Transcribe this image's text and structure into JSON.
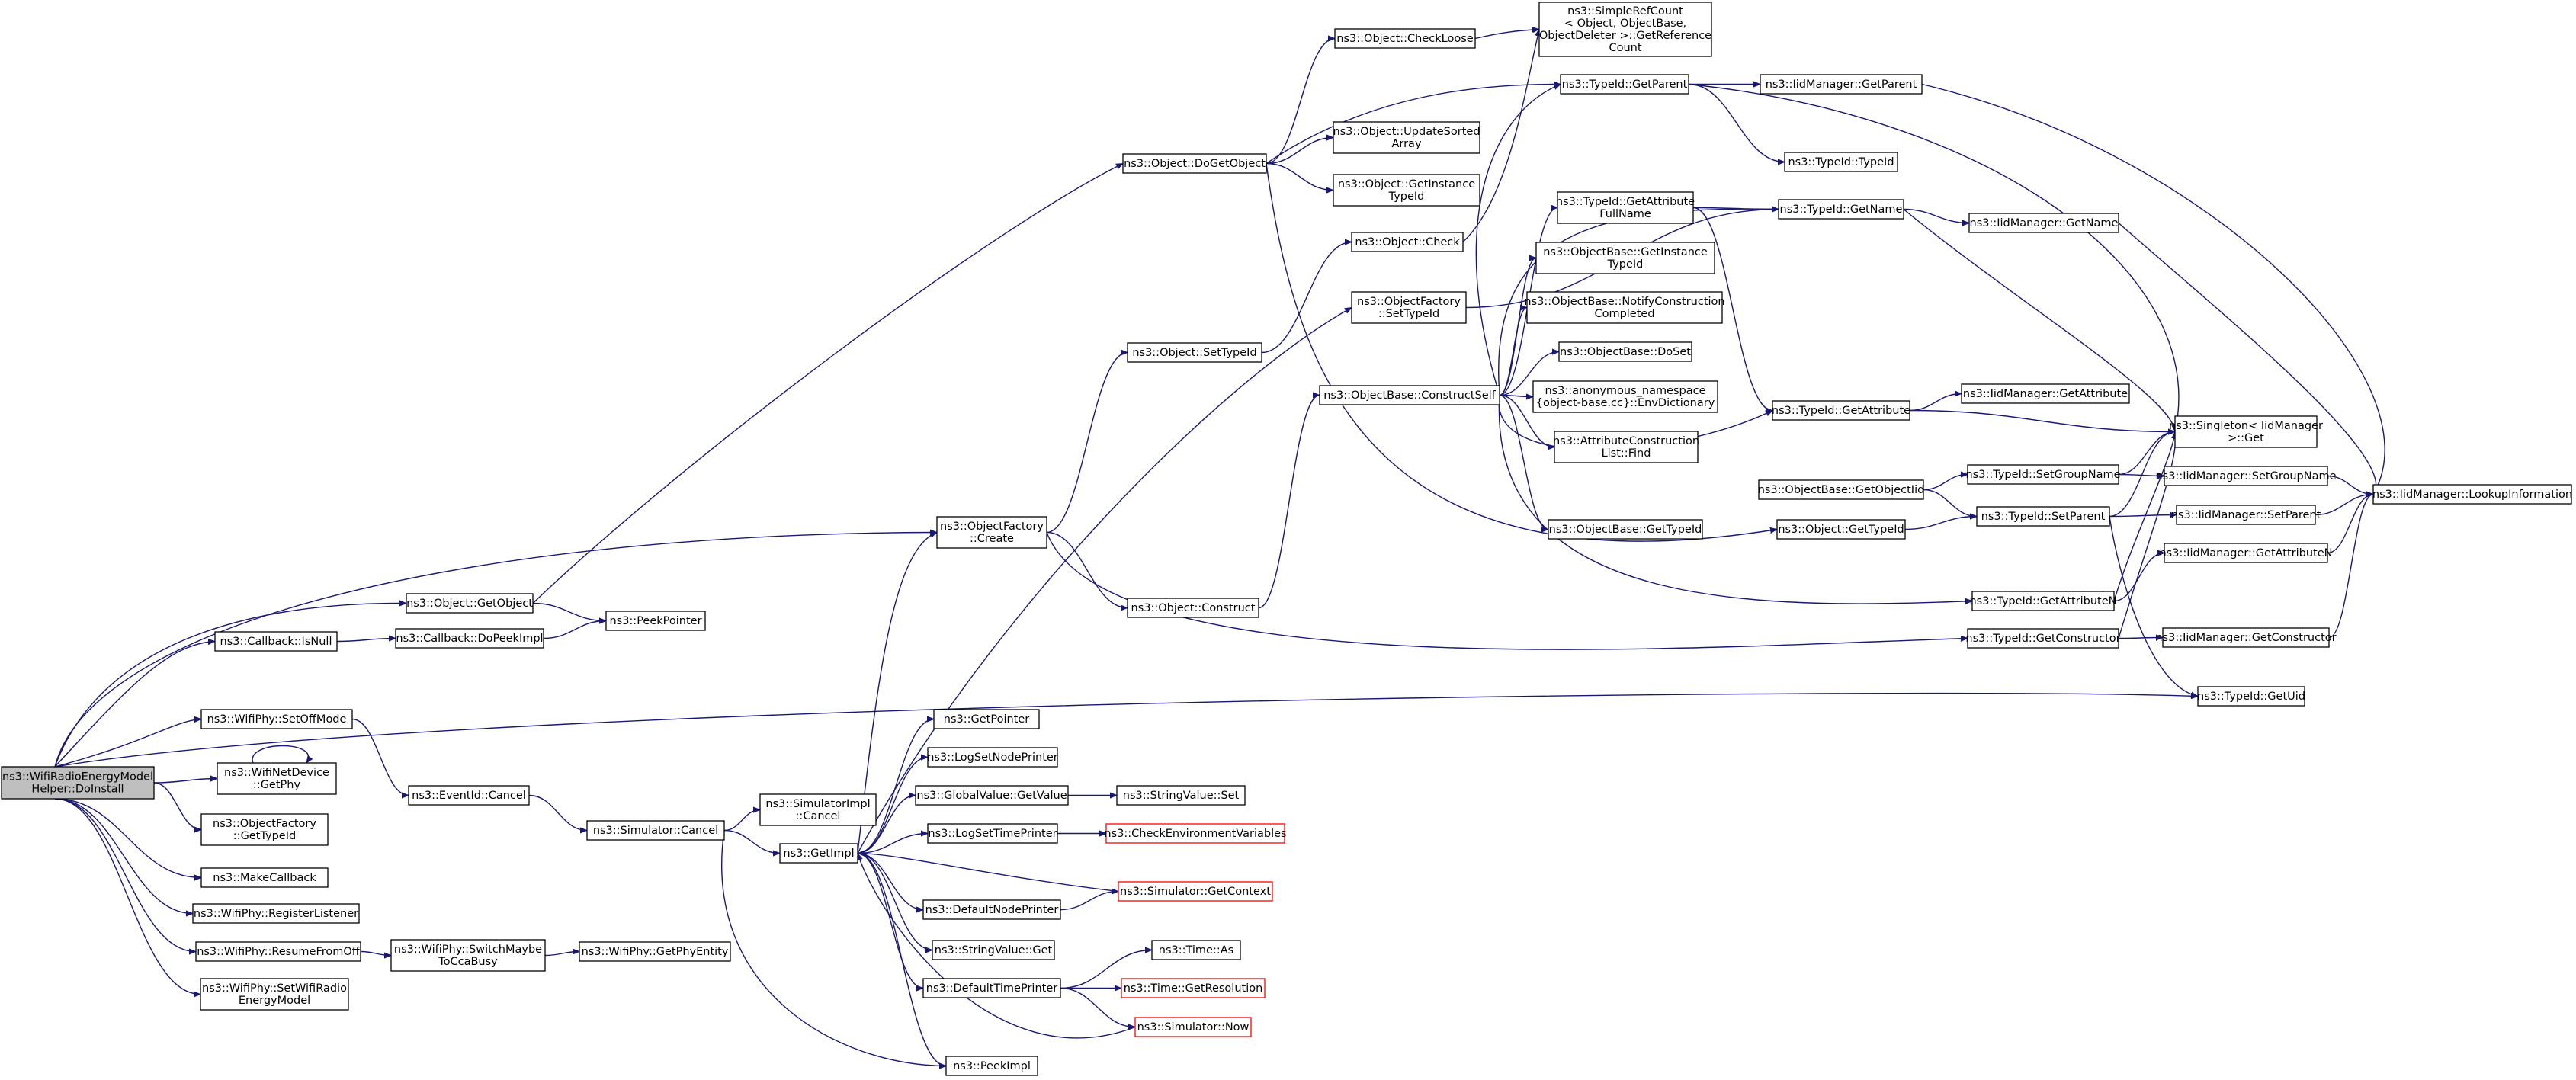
{
  "diagram": {
    "nodes": [
      {
        "id": "root",
        "lines": [
          "ns3::WifiRadioEnergyModel",
          "Helper::DoInstall"
        ],
        "style": "root"
      },
      {
        "id": "getobject",
        "lines": [
          "ns3::Object::GetObject"
        ]
      },
      {
        "id": "isnull",
        "lines": [
          "ns3::Callback::IsNull"
        ]
      },
      {
        "id": "dopeek",
        "lines": [
          "ns3::Callback::DoPeekImpl"
        ]
      },
      {
        "id": "peekpointer",
        "lines": [
          "ns3::PeekPointer"
        ]
      },
      {
        "id": "setoffmode",
        "lines": [
          "ns3::WifiPhy::SetOffMode"
        ]
      },
      {
        "id": "netdevgetphy",
        "lines": [
          "ns3::WifiNetDevice",
          "::GetPhy"
        ]
      },
      {
        "id": "ofgettypeid",
        "lines": [
          "ns3::ObjectFactory",
          "::GetTypeId"
        ]
      },
      {
        "id": "makecallback",
        "lines": [
          "ns3::MakeCallback"
        ]
      },
      {
        "id": "reglistener",
        "lines": [
          "ns3::WifiPhy::RegisterListener"
        ]
      },
      {
        "id": "resumefromoff",
        "lines": [
          "ns3::WifiPhy::ResumeFromOff"
        ]
      },
      {
        "id": "setwifiradio",
        "lines": [
          "ns3::WifiPhy::SetWifiRadio",
          "EnergyModel"
        ]
      },
      {
        "id": "switchmaybe",
        "lines": [
          "ns3::WifiPhy::SwitchMaybe",
          "ToCcaBusy"
        ]
      },
      {
        "id": "getphyentity",
        "lines": [
          "ns3::WifiPhy::GetPhyEntity"
        ]
      },
      {
        "id": "eventcancel",
        "lines": [
          "ns3::EventId::Cancel"
        ]
      },
      {
        "id": "simcancel",
        "lines": [
          "ns3::Simulator::Cancel"
        ]
      },
      {
        "id": "simimplcancel",
        "lines": [
          "ns3::SimulatorImpl",
          "::Cancel"
        ]
      },
      {
        "id": "getimpl",
        "lines": [
          "ns3::GetImpl"
        ]
      },
      {
        "id": "getpointer",
        "lines": [
          "ns3::GetPointer"
        ]
      },
      {
        "id": "logsetnode",
        "lines": [
          "ns3::LogSetNodePrinter"
        ]
      },
      {
        "id": "gvgetvalue",
        "lines": [
          "ns3::GlobalValue::GetValue"
        ]
      },
      {
        "id": "logsettime",
        "lines": [
          "ns3::LogSetTimePrinter"
        ]
      },
      {
        "id": "defnode",
        "lines": [
          "ns3::DefaultNodePrinter"
        ]
      },
      {
        "id": "strget",
        "lines": [
          "ns3::StringValue::Get"
        ]
      },
      {
        "id": "deftime",
        "lines": [
          "ns3::DefaultTimePrinter"
        ]
      },
      {
        "id": "peekimpl",
        "lines": [
          "ns3::PeekImpl"
        ]
      },
      {
        "id": "strset",
        "lines": [
          "ns3::StringValue::Set"
        ]
      },
      {
        "id": "checkenv",
        "lines": [
          "ns3::CheckEnvironmentVariables"
        ],
        "style": "red"
      },
      {
        "id": "simgetctx",
        "lines": [
          "ns3::Simulator::GetContext"
        ],
        "style": "red"
      },
      {
        "id": "timeas",
        "lines": [
          "ns3::Time::As"
        ]
      },
      {
        "id": "timegetres",
        "lines": [
          "ns3::Time::GetResolution"
        ],
        "style": "red"
      },
      {
        "id": "simnow",
        "lines": [
          "ns3::Simulator::Now"
        ],
        "style": "red"
      },
      {
        "id": "ofcreate",
        "lines": [
          "ns3::ObjectFactory",
          "::Create"
        ]
      },
      {
        "id": "objconstruct",
        "lines": [
          "ns3::Object::Construct"
        ]
      },
      {
        "id": "objsettypeid",
        "lines": [
          "ns3::Object::SetTypeId"
        ]
      },
      {
        "id": "dogetobject",
        "lines": [
          "ns3::Object::DoGetObject"
        ]
      },
      {
        "id": "checkloose",
        "lines": [
          "ns3::Object::CheckLoose"
        ]
      },
      {
        "id": "updatesorted",
        "lines": [
          "ns3::Object::UpdateSorted",
          "Array"
        ]
      },
      {
        "id": "getinsttypeid",
        "lines": [
          "ns3::Object::GetInstance",
          "TypeId"
        ]
      },
      {
        "id": "objcheck",
        "lines": [
          "ns3::Object::Check"
        ]
      },
      {
        "id": "ofsettypeid",
        "lines": [
          "ns3::ObjectFactory",
          "::SetTypeId"
        ]
      },
      {
        "id": "constructself",
        "lines": [
          "ns3::ObjectBase::ConstructSelf"
        ]
      },
      {
        "id": "simplerefcount",
        "lines": [
          "ns3::SimpleRefCount",
          "< Object, ObjectBase,",
          "ObjectDeleter >::GetReference",
          "Count"
        ]
      },
      {
        "id": "tidgetparent",
        "lines": [
          "ns3::TypeId::GetParent"
        ]
      },
      {
        "id": "tidtypeid",
        "lines": [
          "ns3::TypeId::TypeId"
        ]
      },
      {
        "id": "tidgetattrfull",
        "lines": [
          "ns3::TypeId::GetAttribute",
          "FullName"
        ]
      },
      {
        "id": "obgetinst",
        "lines": [
          "ns3::ObjectBase::GetInstance",
          "TypeId"
        ]
      },
      {
        "id": "obnotify",
        "lines": [
          "ns3::ObjectBase::NotifyConstruction",
          "Completed"
        ]
      },
      {
        "id": "obdoset",
        "lines": [
          "ns3::ObjectBase::DoSet"
        ]
      },
      {
        "id": "anonenv",
        "lines": [
          "ns3::anonymous_namespace",
          "{object-base.cc}::EnvDictionary"
        ]
      },
      {
        "id": "attrfind",
        "lines": [
          "ns3::AttributeConstruction",
          "List::Find"
        ]
      },
      {
        "id": "obgettypeid",
        "lines": [
          "ns3::ObjectBase::GetTypeId"
        ]
      },
      {
        "id": "tidgetname",
        "lines": [
          "ns3::TypeId::GetName"
        ]
      },
      {
        "id": "tidgetattr",
        "lines": [
          "ns3::TypeId::GetAttribute"
        ]
      },
      {
        "id": "obgetobjectiid",
        "lines": [
          "ns3::ObjectBase::GetObjectIid"
        ]
      },
      {
        "id": "objgettypeid",
        "lines": [
          "ns3::Object::GetTypeId"
        ]
      },
      {
        "id": "tidsetgroup",
        "lines": [
          "ns3::TypeId::SetGroupName"
        ]
      },
      {
        "id": "tidsetparent",
        "lines": [
          "ns3::TypeId::SetParent"
        ]
      },
      {
        "id": "tidgetattrn",
        "lines": [
          "ns3::TypeId::GetAttributeN"
        ]
      },
      {
        "id": "tidgetctor",
        "lines": [
          "ns3::TypeId::GetConstructor"
        ]
      },
      {
        "id": "tidgetuid",
        "lines": [
          "ns3::TypeId::GetUid"
        ]
      },
      {
        "id": "iidgetparent",
        "lines": [
          "ns3::IidManager::GetParent"
        ]
      },
      {
        "id": "iidgetname",
        "lines": [
          "ns3::IidManager::GetName"
        ]
      },
      {
        "id": "iidgetattr",
        "lines": [
          "ns3::IidManager::GetAttribute"
        ]
      },
      {
        "id": "singletonget",
        "lines": [
          "ns3::Singleton< IidManager",
          ">::Get"
        ]
      },
      {
        "id": "iidsetgroup",
        "lines": [
          "ns3::IidManager::SetGroupName"
        ]
      },
      {
        "id": "iidsetparent",
        "lines": [
          "ns3::IidManager::SetParent"
        ]
      },
      {
        "id": "iidgetattrn",
        "lines": [
          "ns3::IidManager::GetAttributeN"
        ]
      },
      {
        "id": "iidgetctor",
        "lines": [
          "ns3::IidManager::GetConstructor"
        ]
      },
      {
        "id": "iidlookup",
        "lines": [
          "ns3::IidManager::LookupInformation"
        ]
      }
    ],
    "edges": [
      [
        "root",
        "getobject"
      ],
      [
        "root",
        "isnull"
      ],
      [
        "root",
        "setoffmode"
      ],
      [
        "root",
        "netdevgetphy"
      ],
      [
        "root",
        "ofgettypeid"
      ],
      [
        "root",
        "makecallback"
      ],
      [
        "root",
        "reglistener"
      ],
      [
        "root",
        "resumefromoff"
      ],
      [
        "root",
        "setwifiradio"
      ],
      [
        "root",
        "ofcreate"
      ],
      [
        "root",
        "tidgetuid"
      ],
      [
        "getobject",
        "peekpointer"
      ],
      [
        "getobject",
        "dogetobject"
      ],
      [
        "isnull",
        "dopeek"
      ],
      [
        "dopeek",
        "peekpointer"
      ],
      [
        "setoffmode",
        "eventcancel"
      ],
      [
        "netdevgetphy",
        "netdevgetphy"
      ],
      [
        "resumefromoff",
        "switchmaybe"
      ],
      [
        "switchmaybe",
        "getphyentity"
      ],
      [
        "eventcancel",
        "simcancel"
      ],
      [
        "simcancel",
        "simimplcancel"
      ],
      [
        "simcancel",
        "getimpl"
      ],
      [
        "simcancel",
        "peekimpl"
      ],
      [
        "getimpl",
        "getpointer"
      ],
      [
        "getimpl",
        "logsetnode"
      ],
      [
        "getimpl",
        "gvgetvalue"
      ],
      [
        "getimpl",
        "logsettime"
      ],
      [
        "getimpl",
        "defnode"
      ],
      [
        "getimpl",
        "strget"
      ],
      [
        "getimpl",
        "deftime"
      ],
      [
        "getimpl",
        "peekimpl"
      ],
      [
        "getimpl",
        "ofcreate"
      ],
      [
        "getimpl",
        "ofsettypeid"
      ],
      [
        "gvgetvalue",
        "strset"
      ],
      [
        "logsettime",
        "checkenv"
      ],
      [
        "defnode",
        "simgetctx"
      ],
      [
        "simgetctx",
        "getimpl"
      ],
      [
        "deftime",
        "timeas"
      ],
      [
        "deftime",
        "timegetres"
      ],
      [
        "deftime",
        "simnow"
      ],
      [
        "simnow",
        "getimpl"
      ],
      [
        "ofcreate",
        "objconstruct"
      ],
      [
        "ofcreate",
        "objsettypeid"
      ],
      [
        "ofcreate",
        "tidgetctor"
      ],
      [
        "objconstruct",
        "constructself"
      ],
      [
        "objsettypeid",
        "objcheck"
      ],
      [
        "objcheck",
        "simplerefcount"
      ],
      [
        "dogetobject",
        "checkloose"
      ],
      [
        "dogetobject",
        "updatesorted"
      ],
      [
        "dogetobject",
        "getinsttypeid"
      ],
      [
        "dogetobject",
        "tidgetparent"
      ],
      [
        "dogetobject",
        "objgettypeid"
      ],
      [
        "checkloose",
        "simplerefcount"
      ],
      [
        "ofsettypeid",
        "tidgetname"
      ],
      [
        "constructself",
        "tidgetparent"
      ],
      [
        "constructself",
        "tidgetname"
      ],
      [
        "constructself",
        "tidgetattrfull"
      ],
      [
        "constructself",
        "obgetinst"
      ],
      [
        "constructself",
        "obnotify"
      ],
      [
        "constructself",
        "obdoset"
      ],
      [
        "constructself",
        "anonenv"
      ],
      [
        "constructself",
        "attrfind"
      ],
      [
        "constructself",
        "obgettypeid"
      ],
      [
        "constructself",
        "tidgetattr"
      ],
      [
        "constructself",
        "tidgetattrn"
      ],
      [
        "tidgetparent",
        "tidtypeid"
      ],
      [
        "tidgetparent",
        "iidgetparent"
      ],
      [
        "tidgetparent",
        "singletonget"
      ],
      [
        "tidgetattrfull",
        "tidgetname"
      ],
      [
        "tidgetattrfull",
        "tidgetattr"
      ],
      [
        "tidgetname",
        "iidgetname"
      ],
      [
        "tidgetname",
        "singletonget"
      ],
      [
        "tidgetattr",
        "iidgetattr"
      ],
      [
        "tidgetattr",
        "singletonget"
      ],
      [
        "obgetobjectiid",
        "tidsetgroup"
      ],
      [
        "obgetobjectiid",
        "tidsetparent"
      ],
      [
        "objgettypeid",
        "tidsetparent"
      ],
      [
        "tidsetgroup",
        "iidsetgroup"
      ],
      [
        "tidsetgroup",
        "singletonget"
      ],
      [
        "tidsetparent",
        "iidsetparent"
      ],
      [
        "tidsetparent",
        "singletonget"
      ],
      [
        "tidsetparent",
        "tidgetuid"
      ],
      [
        "tidgetattrn",
        "iidgetattrn"
      ],
      [
        "tidgetattrn",
        "singletonget"
      ],
      [
        "tidgetctor",
        "iidgetctor"
      ],
      [
        "tidgetctor",
        "singletonget"
      ],
      [
        "iidgetparent",
        "iidlookup"
      ],
      [
        "iidgetname",
        "iidlookup"
      ],
      [
        "iidsetgroup",
        "iidlookup"
      ],
      [
        "iidsetparent",
        "iidlookup"
      ],
      [
        "iidgetattrn",
        "iidlookup"
      ],
      [
        "iidgetctor",
        "iidlookup"
      ]
    ]
  }
}
